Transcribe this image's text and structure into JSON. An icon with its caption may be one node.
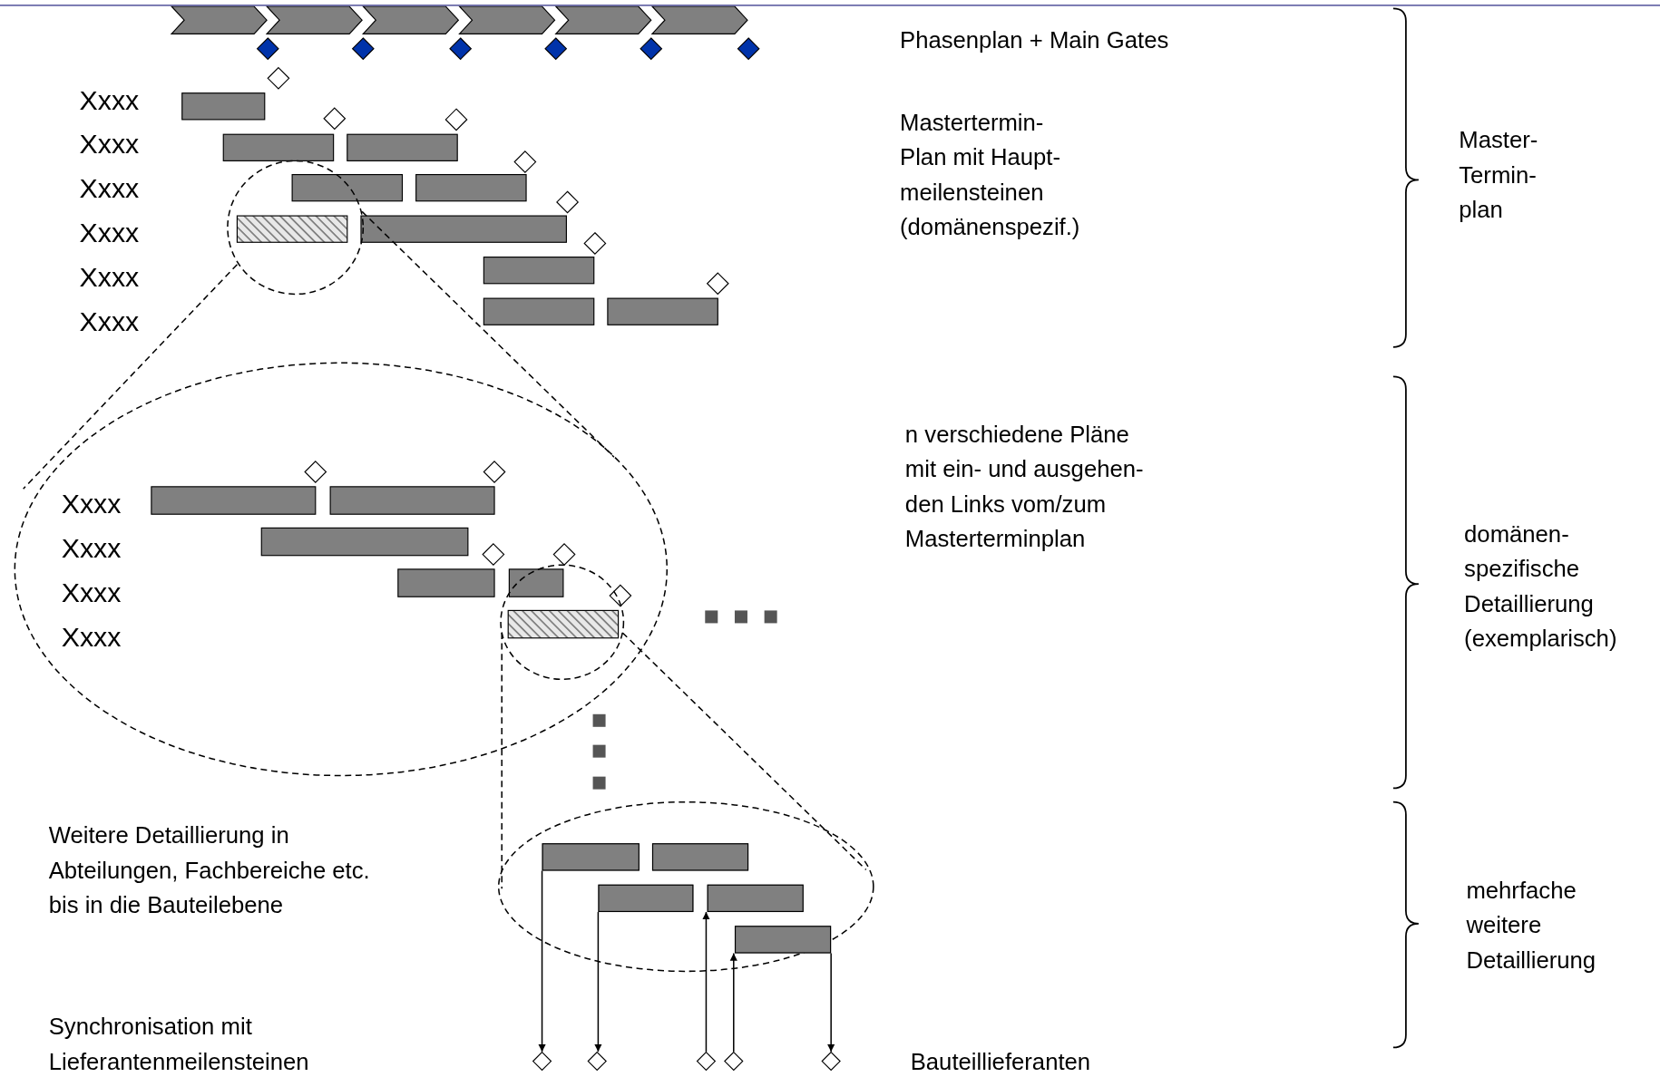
{
  "diagram": {
    "nodes": [
      {
        "text": [],
        "shape": "bar"
      },
      {
        "text": [],
        "shape": "bar"
      },
      {
        "text": [],
        "shape": "bar"
      },
      {
        "text": [],
        "shape": "bar"
      },
      {
        "text": [],
        "shape": "bar"
      },
      {
        "text": [],
        "shape": "diamond"
      },
      {
        "text": [],
        "shape": "diamond"
      },
      {
        "text": [],
        "shape": "diamond"
      },
      {
        "text": [],
        "shape": "diamond"
      },
      {
        "text": [],
        "shape": "diamond"
      }
    ],
    "edges": [
      {
        "from": 0,
        "to": 5,
        "arrow": "to"
      },
      {
        "from": 2,
        "to": 6,
        "arrow": "to"
      },
      {
        "from": 7,
        "to": 3,
        "arrow": "to"
      },
      {
        "from": 8,
        "to": 4,
        "arrow": "to"
      },
      {
        "from": 4,
        "to": 9,
        "arrow": "to"
      }
    ],
    "labels": [
      "Phasenplan + Main Gates",
      "Xxxx",
      "Mastertermin- Plan mit Haupt- meilensteinen (domänenspezif.)",
      "Master- Termin- plan",
      "Xxxx",
      "Xxxx",
      "Xxxx",
      "Xxxx",
      "Xxxx",
      "n verschiedene Pläne mit ein- und ausgehen- den Links vom/zum Masterterminplan",
      "Xxxx",
      "Xxxx",
      "Xxxx",
      "Xxxx",
      "domänen- spezifische Detaillierung (exemplarisch)",
      "Weitere Detaillierung in Abteilungen, Fachbereiche etc. bis in die Bauteilebene",
      "mehrfache weitere Detaillierung",
      "Synchronisation mit Lieferantenmeilensteinen",
      "Bauteillieferanten"
    ]
  }
}
